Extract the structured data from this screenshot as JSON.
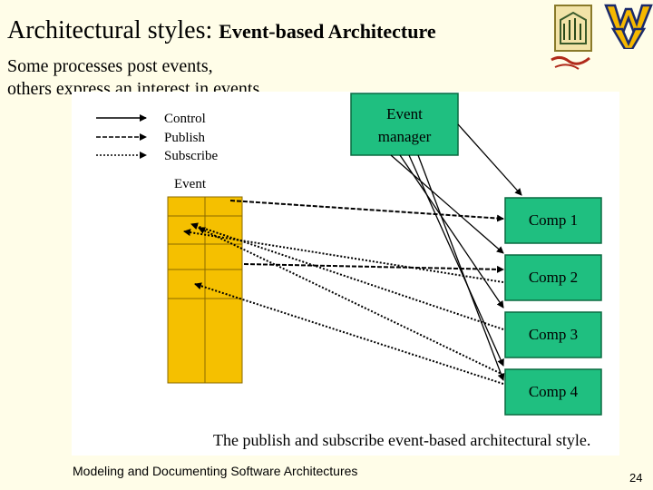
{
  "slide": {
    "title_main": "Architectural styles:",
    "title_sub": "Event-based Architecture",
    "bullet_lines": [
      "Some processes post events,",
      "others express an interest in events"
    ],
    "footer": "Modeling and Documenting Software Architectures",
    "page_number": "24"
  },
  "diagram": {
    "legend": [
      "Control",
      "Publish",
      "Subscribe"
    ],
    "event_label": "Event",
    "manager_lines": [
      "Event",
      "manager"
    ],
    "components": [
      "Comp 1",
      "Comp 2",
      "Comp 3",
      "Comp 4"
    ],
    "caption": "The publish and subscribe event-based architectural style.",
    "colors": {
      "box_green": "#1fbf80",
      "event_table": "#f5c000",
      "background": "#fffde8"
    }
  }
}
